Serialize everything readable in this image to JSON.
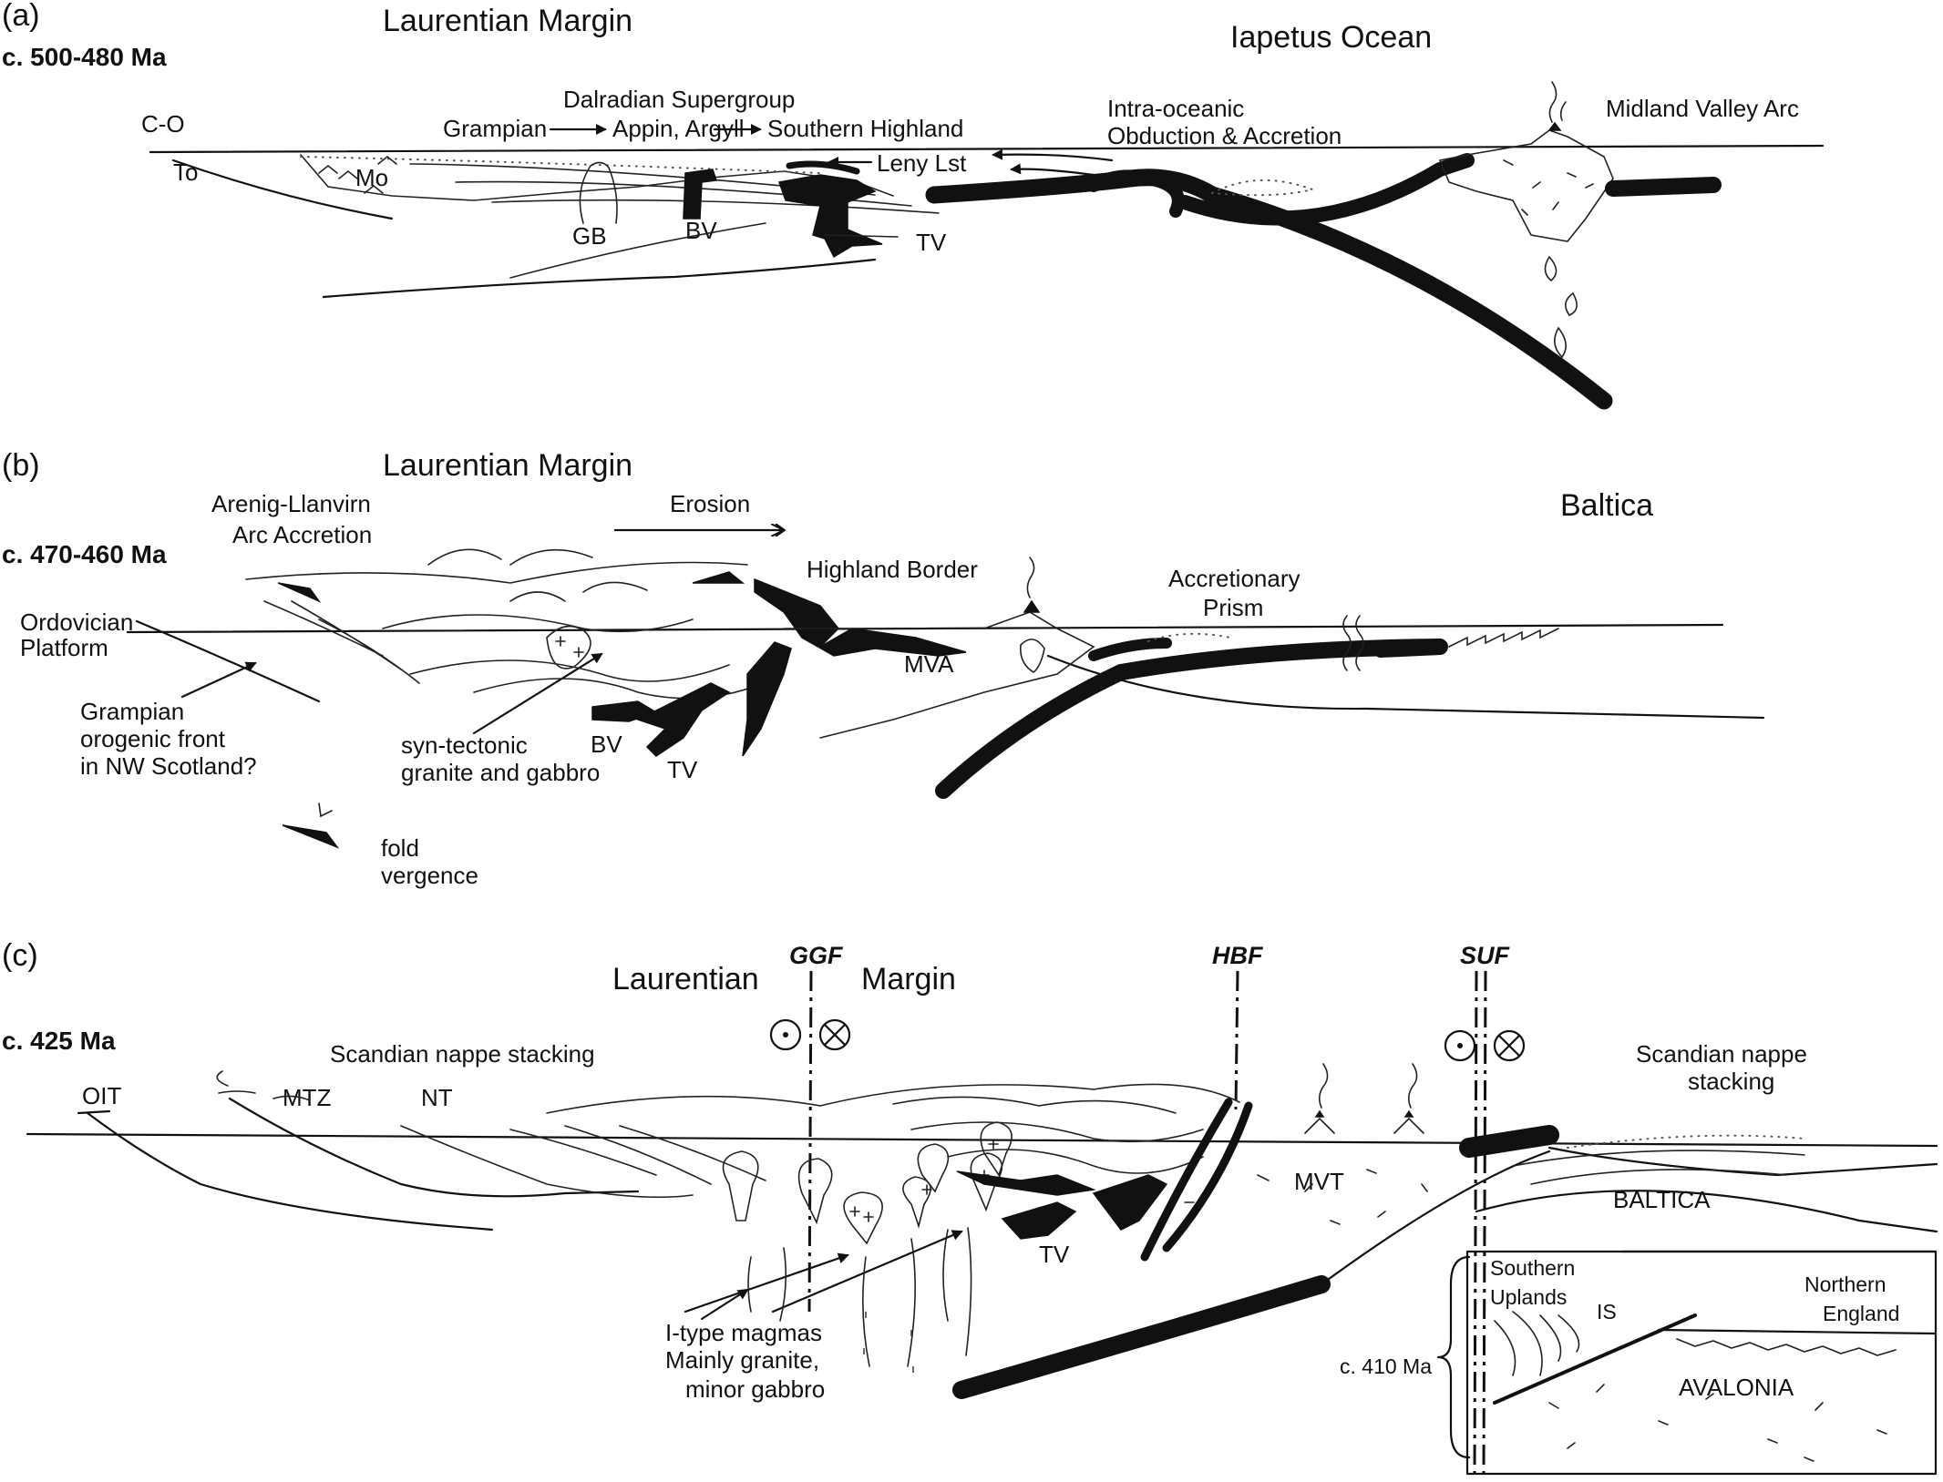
{
  "panel_a": {
    "tag": "(a)",
    "age": "c. 500-480 Ma",
    "margin_title": "Laurentian Margin",
    "ocean_title": "Iapetus Ocean",
    "supergroup": "Dalradian Supergroup",
    "grampian": "Grampian",
    "appin_argyll": "Appin, Argyll",
    "southern_highland": "Southern Highland",
    "leny": "Leny Lst",
    "co": "C-O",
    "to": "To",
    "mo": "Mo",
    "gb": "GB",
    "bv": "BV",
    "tv": "TV",
    "intra_1": "Intra-oceanic",
    "intra_2": "Obduction & Accretion",
    "mva": "Midland Valley Arc"
  },
  "panel_b": {
    "tag": "(b)",
    "age": "c. 470-460 Ma",
    "margin_title": "Laurentian Margin",
    "baltica": "Baltica",
    "arenig_1": "Arenig-Llanvirn",
    "arenig_2": "Arc Accretion",
    "erosion": "Erosion",
    "highland_border": "Highland Border",
    "accretionary_1": "Accretionary",
    "accretionary_2": "Prism",
    "ordovician_1": "Ordovician",
    "ordovician_2": "Platform",
    "grampian_1": "Grampian",
    "grampian_2": "orogenic front",
    "grampian_3": "in NW Scotland?",
    "syn_1": "syn-tectonic",
    "syn_2": "granite and gabbro",
    "bv": "BV",
    "tv": "TV",
    "mva": "MVA",
    "fold_1": "fold",
    "fold_2": "vergence"
  },
  "panel_c": {
    "tag": "(c)",
    "age": "c. 425 Ma",
    "laurentian": "Laurentian",
    "margin": "Margin",
    "ggf": "GGF",
    "hbf": "HBF",
    "suf": "SUF",
    "scandian_left": "Scandian nappe stacking",
    "scandian_right_1": "Scandian nappe",
    "scandian_right_2": "stacking",
    "oit": "OIT",
    "mtz": "MTZ",
    "nt": "NT",
    "mvt": "MVT",
    "baltica": "BALTICA",
    "tv": "TV",
    "itype_1": "I-type magmas",
    "itype_2": "Mainly granite,",
    "itype_3": "minor gabbro",
    "southern_1": "Southern",
    "southern_2": "Uplands",
    "is": "IS",
    "northern_1": "Northern",
    "northern_2": "England",
    "avalonia": "AVALONIA",
    "c410": "c. 410 Ma"
  }
}
